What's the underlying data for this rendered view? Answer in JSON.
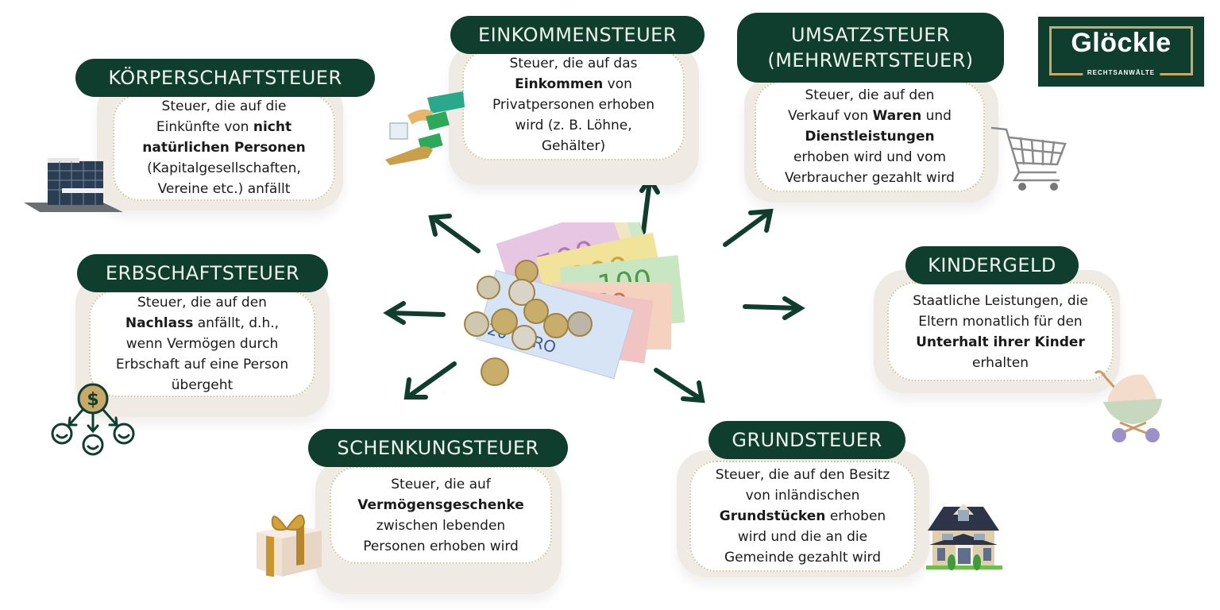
{
  "logo": {
    "name": "Glöckle",
    "subtitle": "RECHTSANWÄLTE"
  },
  "colors": {
    "pill": "#0f3d2e",
    "card_bg": "#efebe4",
    "arrow": "#0f3d2e",
    "border": "#d8c9a3",
    "logo_gold": "#c9a96a"
  },
  "center": {
    "icon": "euro-money-icon",
    "description": "Euro banknotes (500, 200, 100, 50, 10, 20) and coins"
  },
  "cards": [
    {
      "id": "koerperschaftsteuer",
      "title": "KÖRPERSCHAFTSTEUER",
      "icon": "office-building-icon",
      "text": [
        {
          "t": "Steuer, die auf die\nEinkünfte von "
        },
        {
          "t": "nicht\nnatürlichen Personen",
          "b": true
        },
        {
          "t": "\n(Kapitalgesellschaften,\nVereine etc.) anfällt"
        }
      ]
    },
    {
      "id": "einkommensteuer",
      "title": "EINKOMMENSTEUER",
      "icon": "salary-payment-icon",
      "text": [
        {
          "t": "Steuer, die auf das\n"
        },
        {
          "t": "Einkommen",
          "b": true
        },
        {
          "t": " von\nPrivatpersonen erhoben\nwird (z. B. Löhne,\nGehälter)"
        }
      ]
    },
    {
      "id": "umsatzsteuer",
      "title": "UMSATZSTEUER\n(MEHRWERTSTEUER)",
      "icon": "shopping-cart-icon",
      "text": [
        {
          "t": "Steuer, die auf den\nVerkauf von "
        },
        {
          "t": "Waren",
          "b": true
        },
        {
          "t": " und\n"
        },
        {
          "t": "Dienstleistungen",
          "b": true
        },
        {
          "t": "\nerhoben wird und vom\nVerbraucher gezahlt wird"
        }
      ]
    },
    {
      "id": "erbschaftsteuer",
      "title": "ERBSCHAFTSTEUER",
      "icon": "inheritance-icon",
      "text": [
        {
          "t": "Steuer, die auf den\n"
        },
        {
          "t": "Nachlass",
          "b": true
        },
        {
          "t": " anfällt, d.h.,\nwenn Vermögen durch\nErbschaft auf eine Person\nübergeht"
        }
      ]
    },
    {
      "id": "kindergeld",
      "title": "KINDERGELD",
      "icon": "baby-stroller-icon",
      "text": [
        {
          "t": "Staatliche Leistungen, die\nEltern monatlich für den\n"
        },
        {
          "t": "Unterhalt ihrer Kinder",
          "b": true
        },
        {
          "t": "\nerhalten"
        }
      ]
    },
    {
      "id": "schenkungsteuer",
      "title": "SCHENKUNGSTEUER",
      "icon": "gift-box-icon",
      "text": [
        {
          "t": "Steuer, die auf\n"
        },
        {
          "t": "Vermögensgeschenke",
          "b": true
        },
        {
          "t": "\nzwischen lebenden\nPersonen erhoben wird"
        }
      ]
    },
    {
      "id": "grundsteuer",
      "title": "GRUNDSTEUER",
      "icon": "house-icon",
      "text": [
        {
          "t": "Steuer, die auf den Besitz\nvon inländischen\n"
        },
        {
          "t": "Grundstücken",
          "b": true
        },
        {
          "t": " erhoben\nwird und die an die\nGemeinde gezahlt wird"
        }
      ]
    }
  ]
}
